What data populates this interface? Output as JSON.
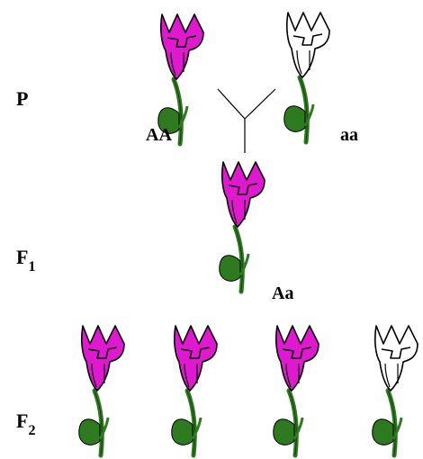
{
  "generations": {
    "p": {
      "label": "P"
    },
    "f1": {
      "label": "F",
      "subscript": "1"
    },
    "f2": {
      "label": "F",
      "subscript": "2"
    }
  },
  "genotypes": {
    "parent_dominant": "AA",
    "parent_recessive": "aa",
    "hybrid": "Aa"
  },
  "colors": {
    "petal_purple": "#e019d0",
    "petal_white": "#ffffff",
    "stem_green": "#2d7a1f",
    "outline": "#000000"
  },
  "flowers": {
    "p": [
      "purple",
      "white"
    ],
    "f1": [
      "purple"
    ],
    "f2": [
      "purple",
      "purple",
      "purple",
      "white"
    ]
  }
}
